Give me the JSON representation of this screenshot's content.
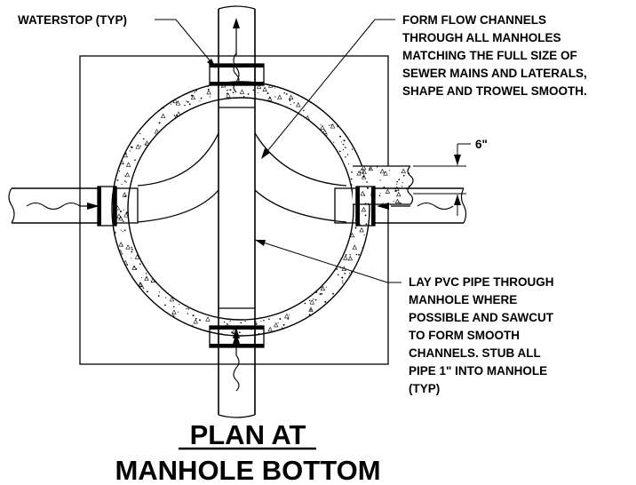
{
  "notes": {
    "waterstop": "WATERSTOP (TYP)",
    "flow_channels": [
      "FORM FLOW CHANNELS",
      "THROUGH ALL MANHOLES",
      "MATCHING THE FULL SIZE OF",
      "SEWER MAINS AND LATERALS,",
      "SHAPE AND TROWEL SMOOTH."
    ],
    "dimension": "6\"",
    "pvc_pipe": [
      "LAY PVC PIPE THROUGH",
      "MANHOLE WHERE",
      "POSSIBLE AND SAWCUT",
      "TO FORM SMOOTH",
      "CHANNELS. STUB ALL",
      "PIPE 1\" INTO MANHOLE",
      "(TYP)"
    ]
  },
  "title": {
    "line1": "PLAN AT",
    "line2": "MANHOLE BOTTOM"
  },
  "colors": {
    "ink": "#000000",
    "paper": "#ffffff"
  }
}
